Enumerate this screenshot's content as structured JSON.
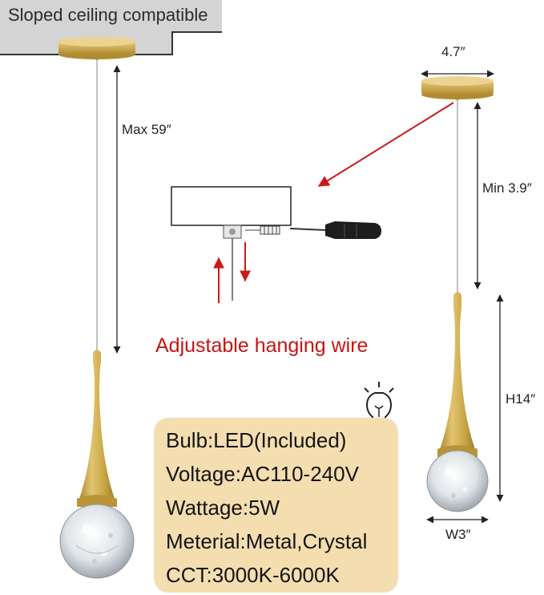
{
  "banner": {
    "text": "Sloped ceiling compatible"
  },
  "dimensions": {
    "max_wire": "Max 59″",
    "canopy_width": "4.7″",
    "min_wire": "Min 3.9″",
    "height": "H14″",
    "width": "W3″"
  },
  "caption": "Adjustable hanging wire",
  "specs": [
    "Bulb:LED(Included)",
    "Voltage:AC110-240V",
    "Wattage:5W",
    "Meterial:Metal,Crystal",
    "CCT:3000K-6000K"
  ],
  "icons": [
    "bulb-icon",
    "screwdriver-icon"
  ],
  "colors": {
    "brass": "#c9a544",
    "ceiling_gray": "#d4d4d4",
    "arrow_red": "#cc1a1a",
    "spec_background": "#f4deb0"
  }
}
